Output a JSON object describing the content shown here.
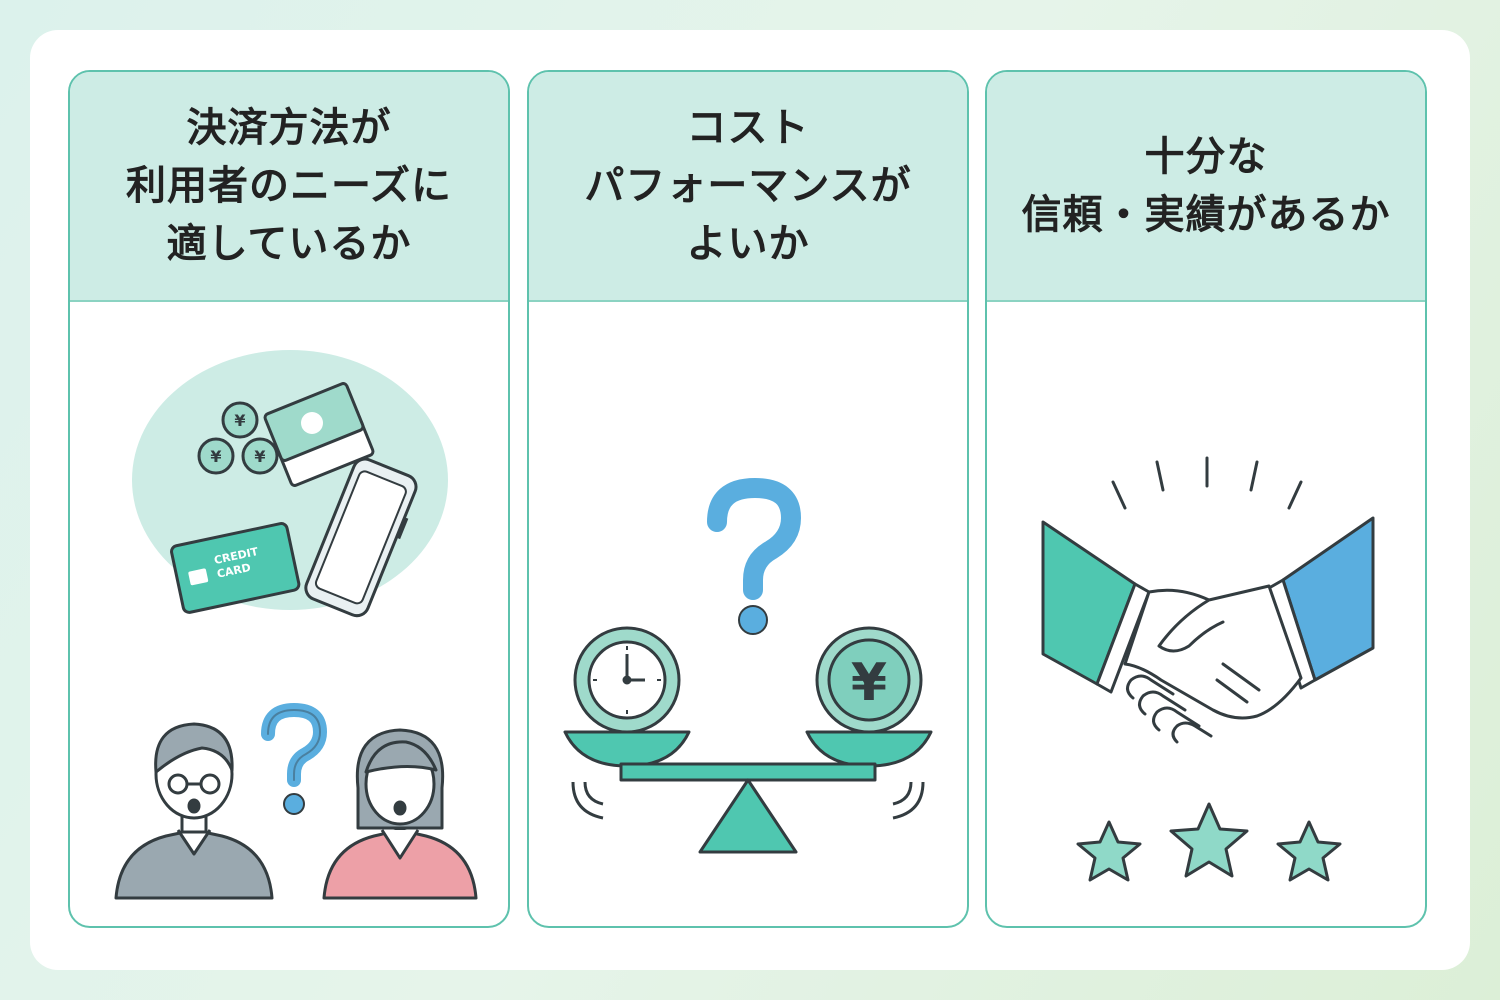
{
  "cards": [
    {
      "lines": [
        "決済方法が",
        "利用者のニーズに",
        "適しているか"
      ],
      "illustration": [
        "coin-icon",
        "banknote-icon",
        "credit-card-icon",
        "smartphone-icon",
        "question-mark-icon",
        "man-avatar",
        "woman-avatar"
      ],
      "coin_symbol": "¥",
      "card_text": [
        "CREDIT",
        "CARD"
      ]
    },
    {
      "lines": [
        "コスト",
        "パフォーマンスが",
        "よいか"
      ],
      "illustration": [
        "question-mark-icon",
        "clock-icon",
        "yen-coin-icon",
        "balance-scale-icon"
      ],
      "coin_symbol": "¥"
    },
    {
      "lines": [
        "十分な",
        "信頼・実績があるか"
      ],
      "illustration": [
        "handshake-icon",
        "star-icon",
        "star-icon",
        "star-icon"
      ]
    }
  ],
  "colors": {
    "accent": "#5ec2ad",
    "header_bg": "#cdece5",
    "teal": "#4fc7b0",
    "blue": "#5aaedf",
    "gray_shirt": "#9aa8b0",
    "pink_shirt": "#eda0a7",
    "outline": "#333c40"
  }
}
